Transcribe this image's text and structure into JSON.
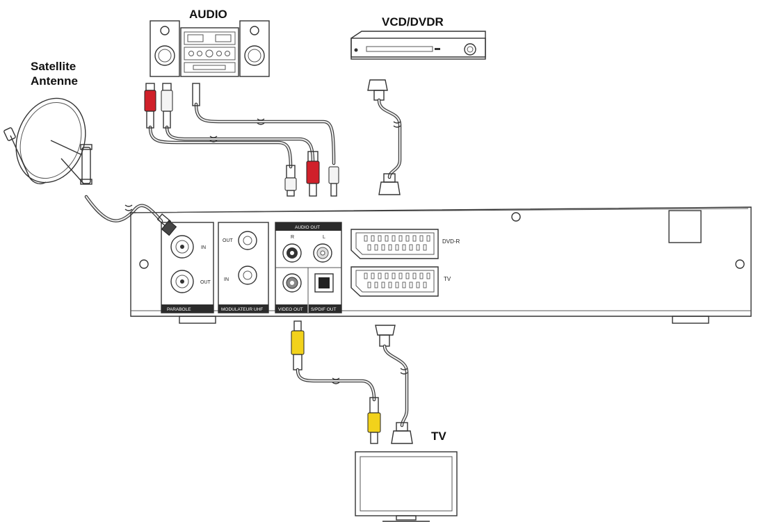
{
  "labels": {
    "audio": "AUDIO",
    "vcd_dvdr": "VCD/DVDR",
    "satellite_line1": "Satellite",
    "satellite_line2": "Antenne",
    "tv_top": "TV"
  },
  "receiver": {
    "parabole": {
      "caption": "PARABOLE",
      "in": "IN",
      "out": "OUT"
    },
    "modulateur": {
      "caption": "MODULATEUR UHF",
      "out": "OUT",
      "in": "IN"
    },
    "audio_out": {
      "header": "AUDIO OUT",
      "r": "R",
      "l": "L"
    },
    "video_out": "VIDEO OUT",
    "spdif_out": "S/PDIF OUT",
    "scart_dvdr": "DVD-R",
    "scart_tv": "TV"
  },
  "colors": {
    "rca_red": "#d0202a",
    "rca_white": "#f4f4f4",
    "rca_yellow": "#f2d21b",
    "line": "#333333",
    "bar": "#2b2b2b"
  }
}
